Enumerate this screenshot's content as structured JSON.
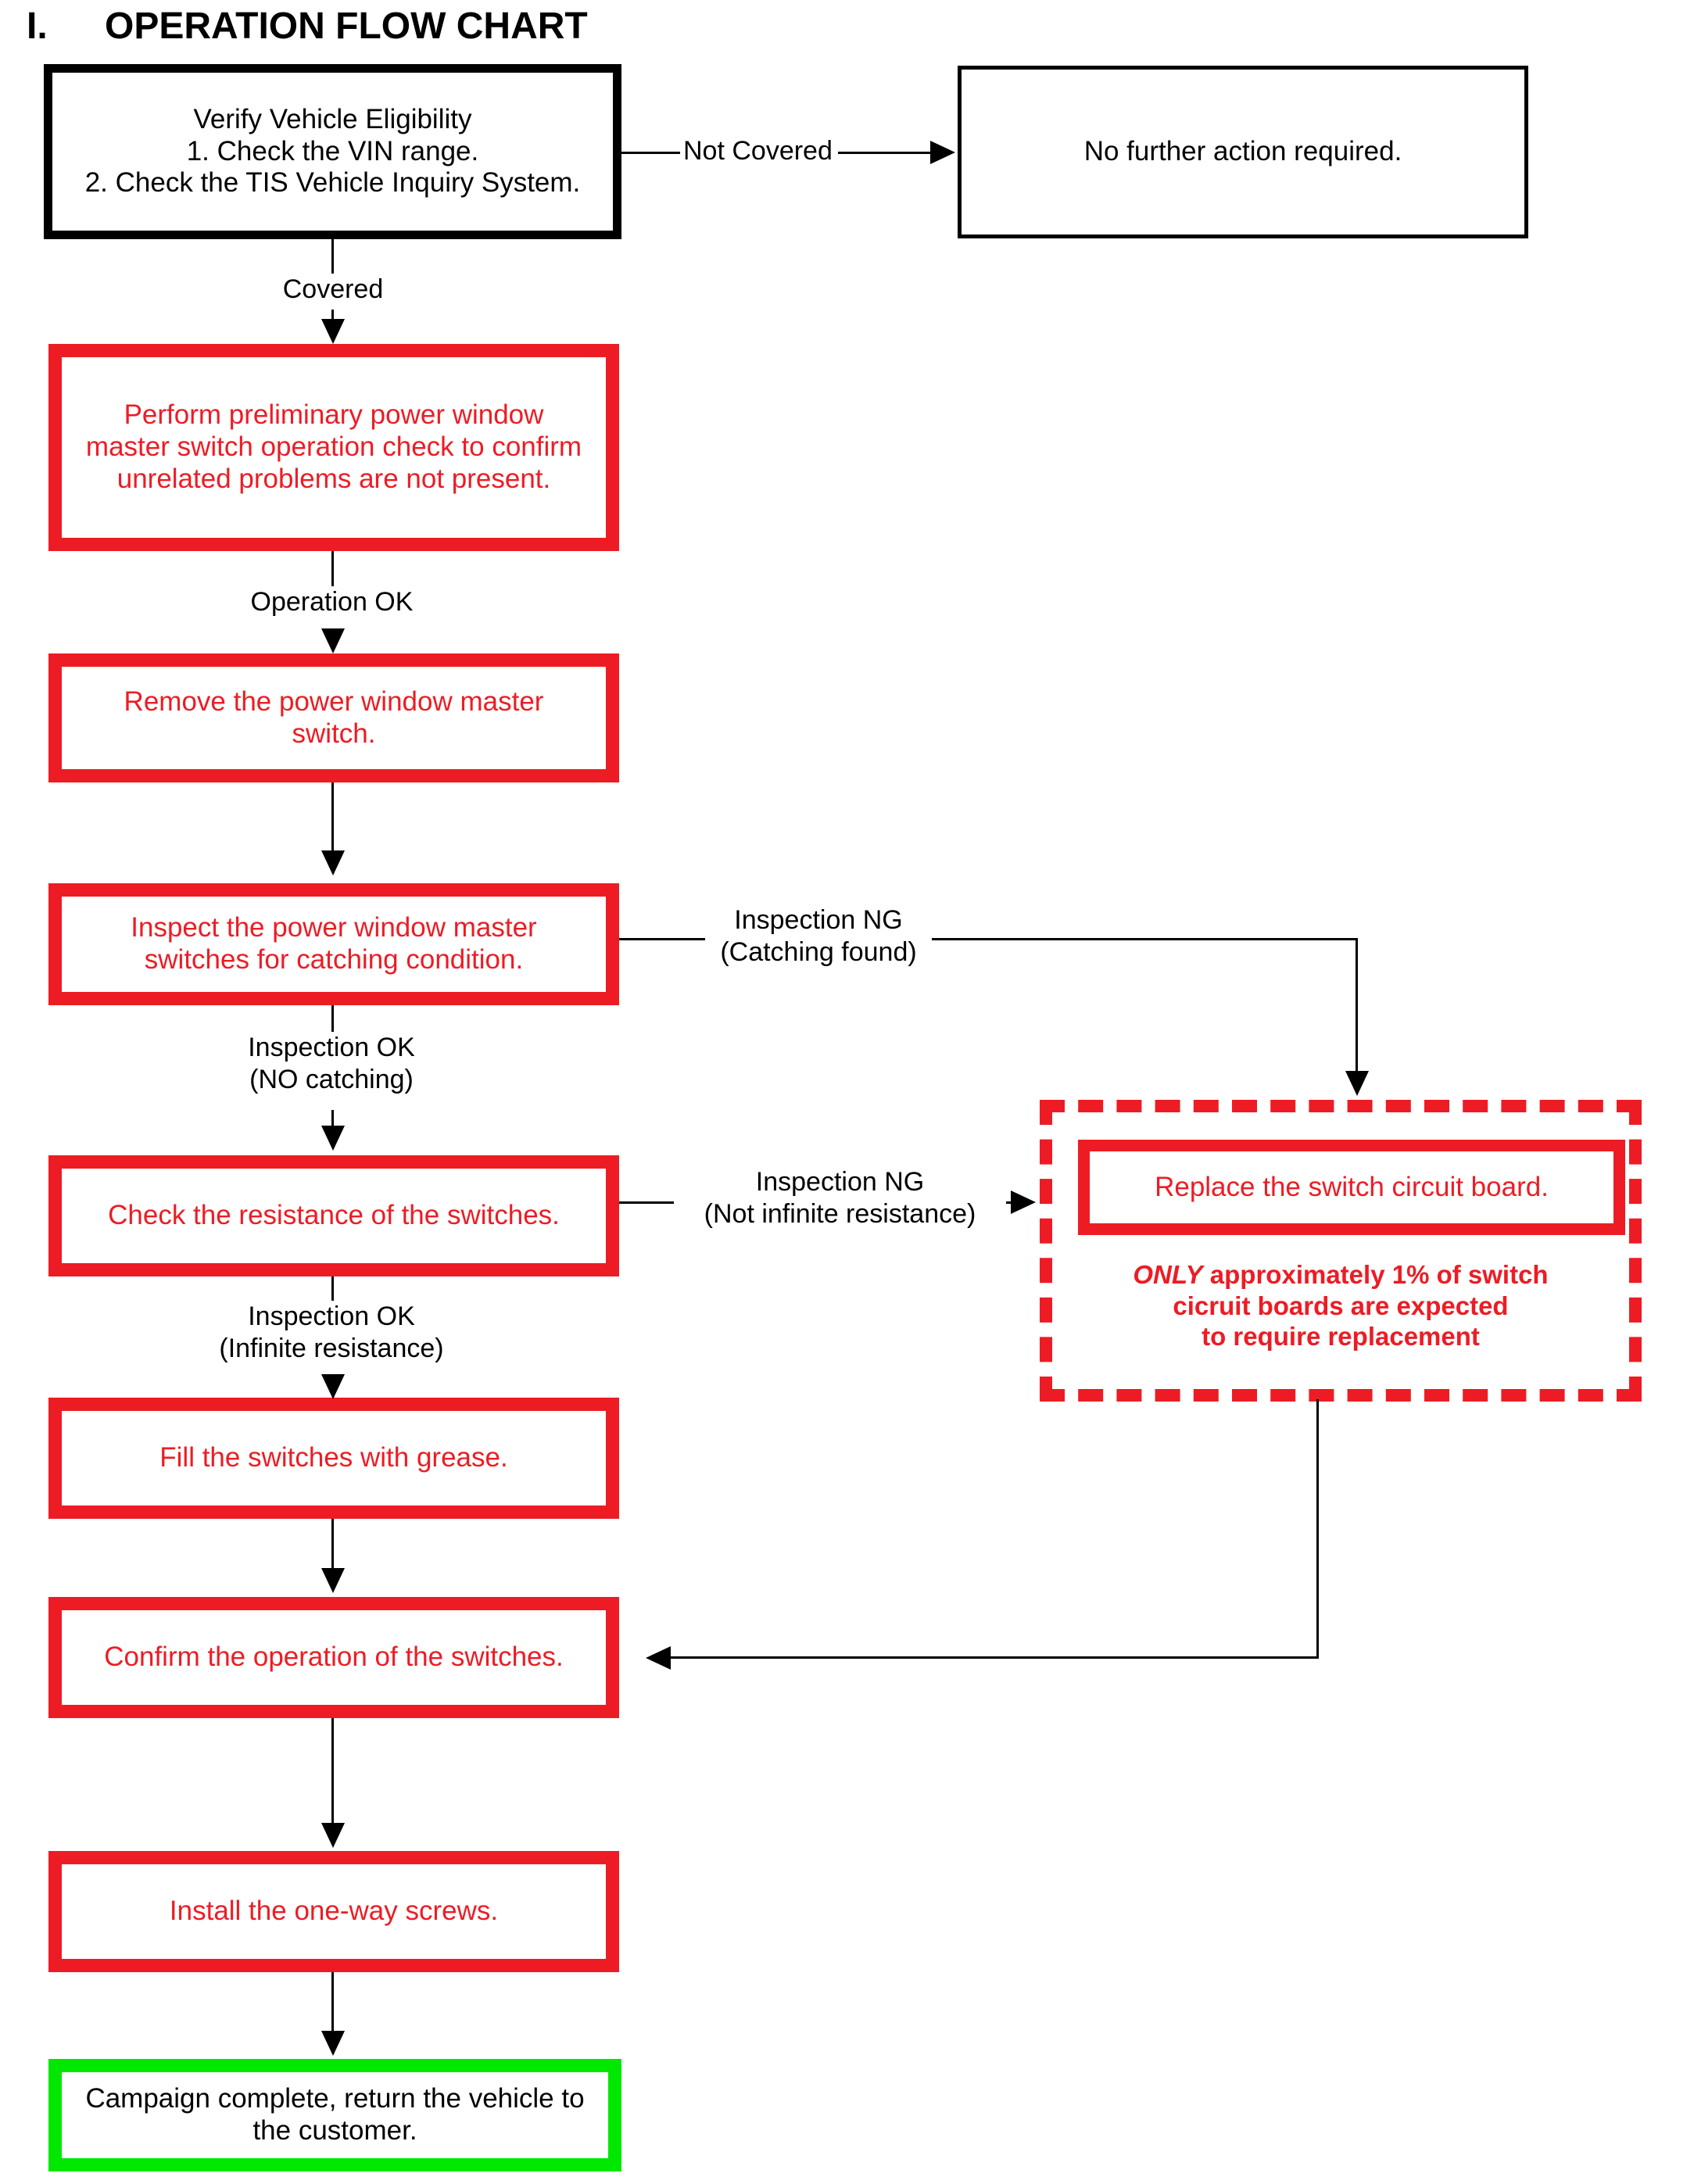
{
  "document": {
    "section_numeral": "I.",
    "section_title": "OPERATION FLOW CHART"
  },
  "nodes": {
    "verify_eligibility": "Verify Vehicle Eligibility\n1. Check the VIN range.\n2. Check the TIS Vehicle Inquiry System.",
    "no_action": "No further action required.",
    "preliminary_check": "Perform preliminary power window master switch operation check to confirm unrelated problems are not present.",
    "remove_switch": "Remove the power window master switch.",
    "inspect_catching": "Inspect the power window master switches for catching condition.",
    "check_resistance": "Check the resistance of the switches.",
    "fill_grease": "Fill the switches with grease.",
    "confirm_operation": "Confirm the operation of the switches.",
    "install_screws": "Install the one-way screws.",
    "campaign_complete": "Campaign complete, return the vehicle to the customer.",
    "replace_board": "Replace the switch circuit board."
  },
  "warning": {
    "emphasis": "ONLY",
    "rest_line1": " approximately 1% of switch",
    "line2": "cicruit boards are expected",
    "line3": "to require replacement"
  },
  "edge_labels": {
    "not_covered": "Not Covered",
    "covered": "Covered",
    "operation_ok": "Operation OK",
    "inspection_ng_catching_l1": "Inspection NG",
    "inspection_ng_catching_l2": "(Catching found)",
    "inspection_ok_catching_l1": "Inspection OK",
    "inspection_ok_catching_l2": "(NO catching)",
    "inspection_ng_resistance_l1": "Inspection NG",
    "inspection_ng_resistance_l2": "(Not infinite resistance)",
    "inspection_ok_resistance_l1": "Inspection OK",
    "inspection_ok_resistance_l2": "(Infinite resistance)"
  },
  "colors": {
    "red": "#ED1C24",
    "green": "#00E800",
    "black": "#000000",
    "background": "#FFFFFF"
  }
}
